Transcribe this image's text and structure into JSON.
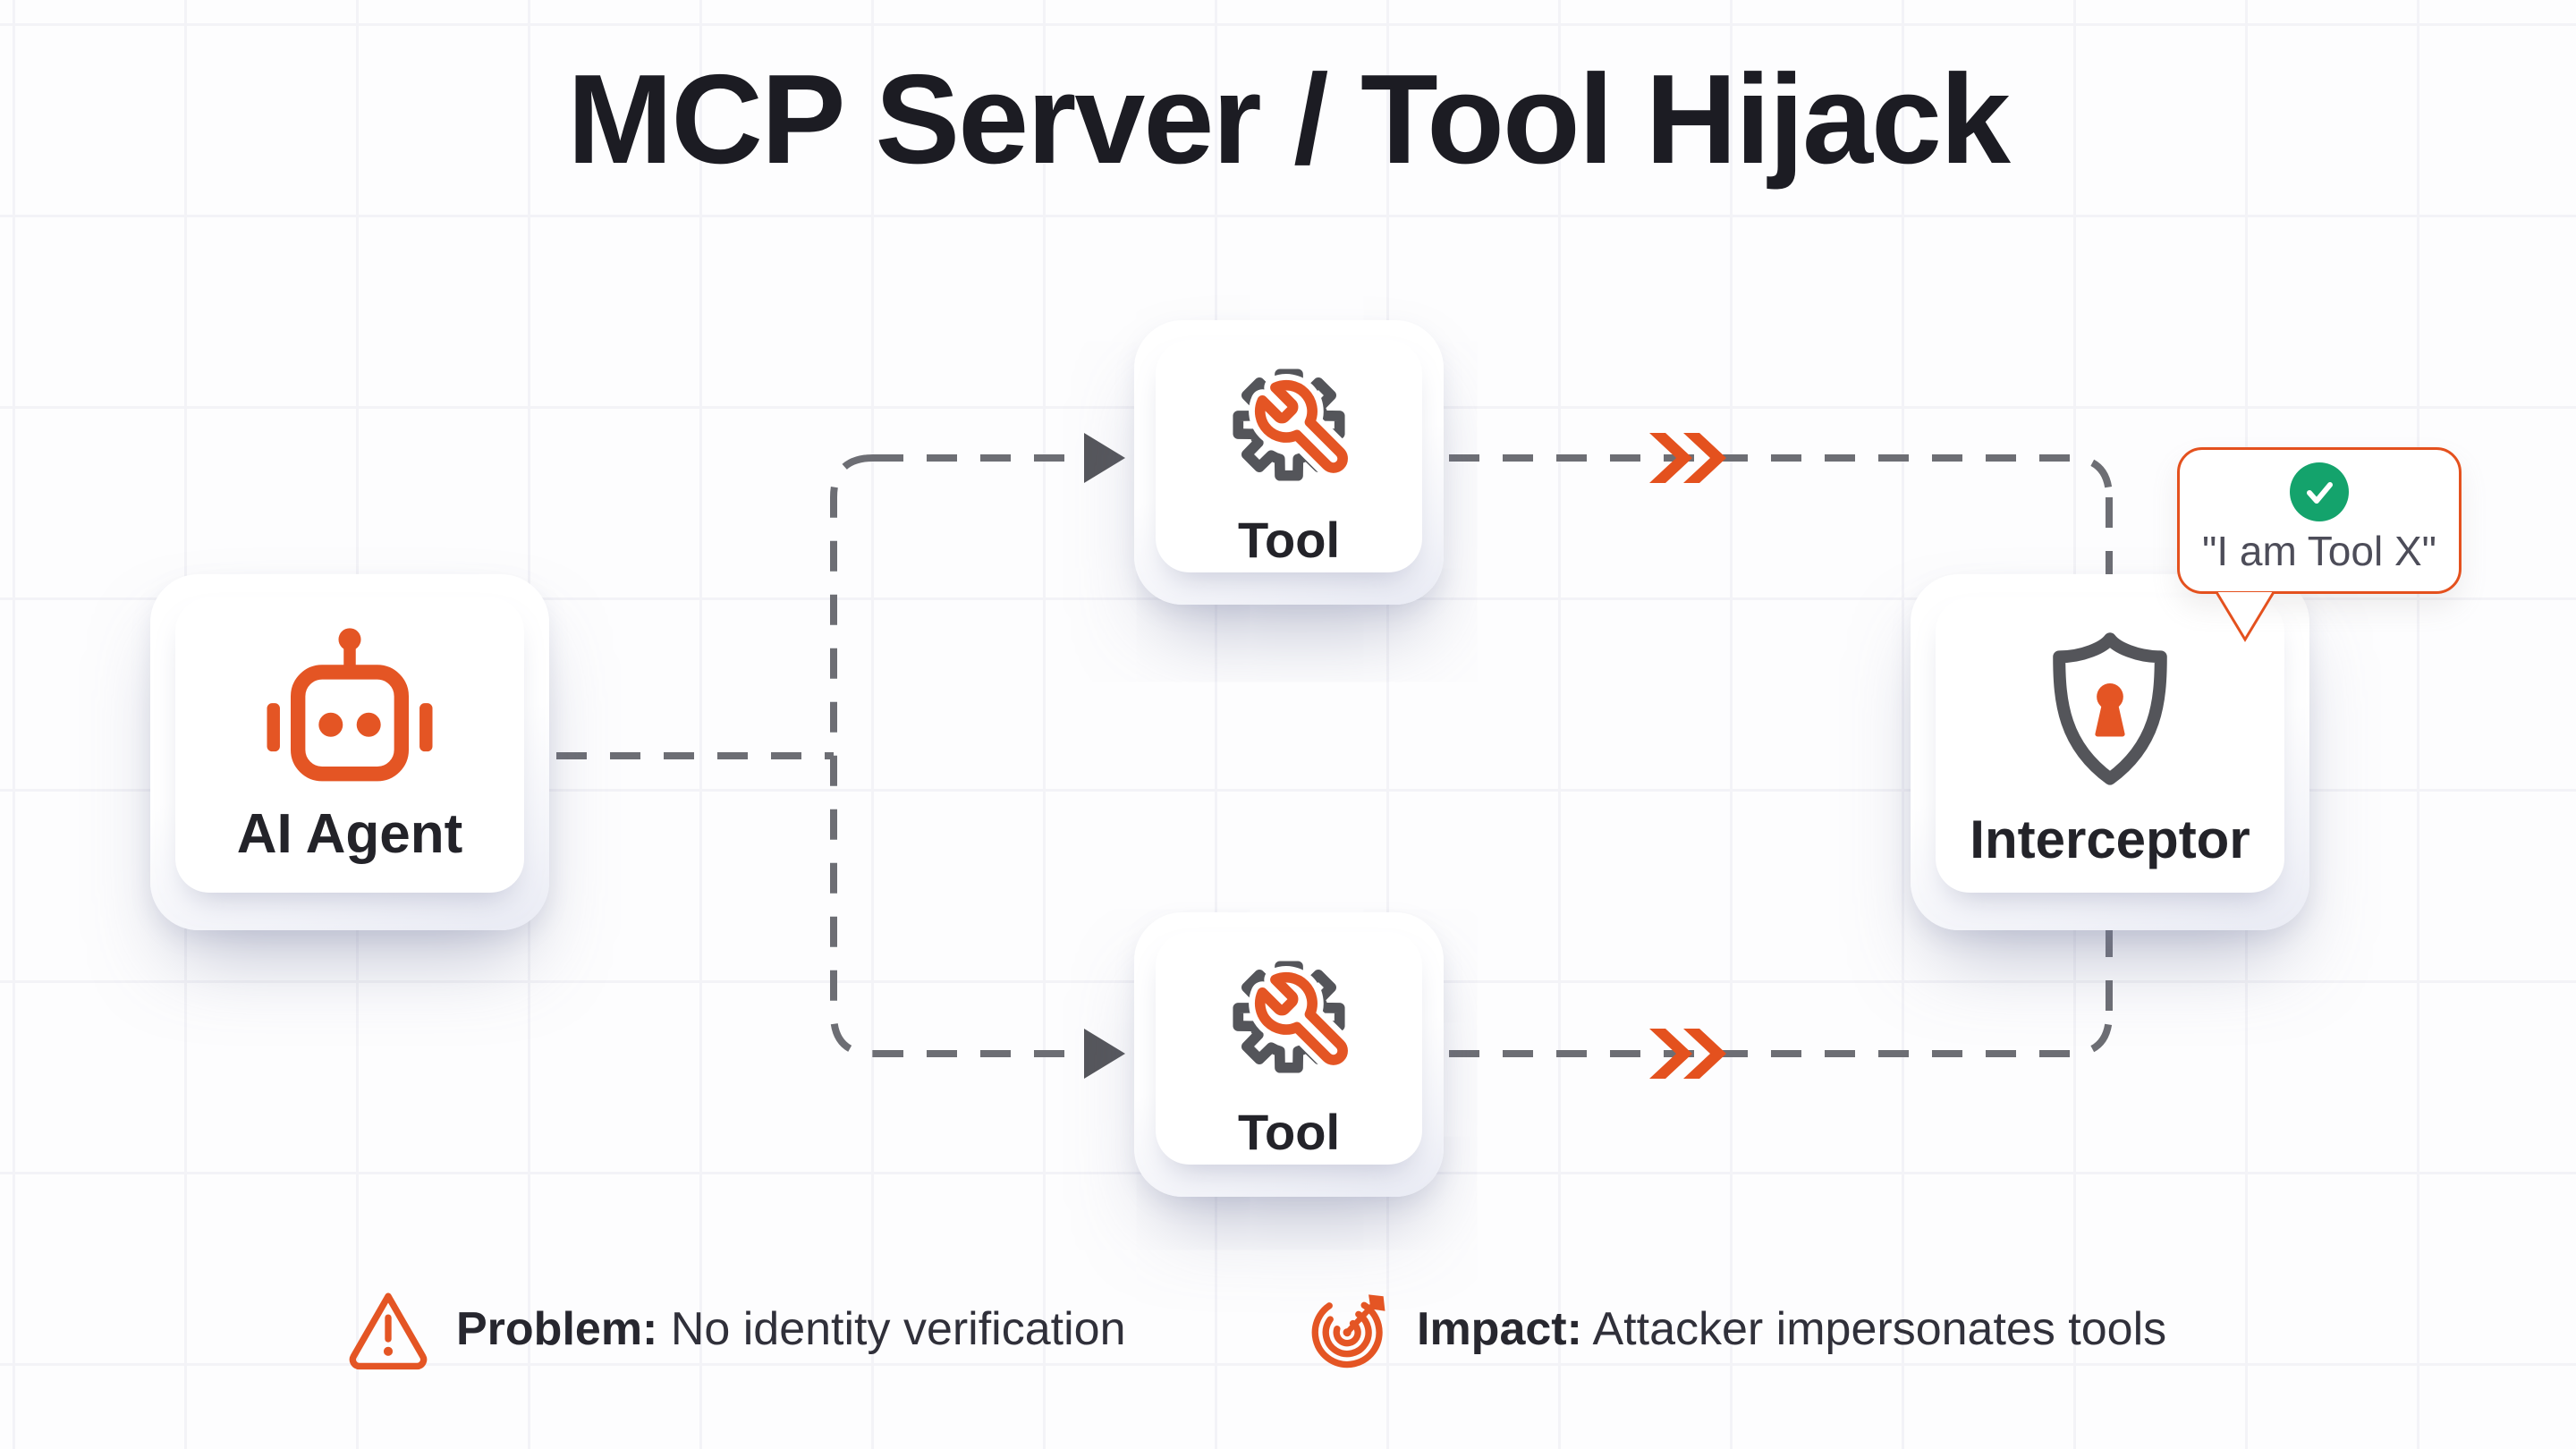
{
  "title": "MCP Server / Tool Hijack",
  "nodes": {
    "agent": {
      "label": "AI Agent",
      "icon": "robot-icon"
    },
    "tool_top": {
      "label": "Tool",
      "icon": "tool-gear-wrench-icon"
    },
    "tool_bottom": {
      "label": "Tool",
      "icon": "tool-gear-wrench-icon"
    },
    "interceptor": {
      "label": "Interceptor",
      "icon": "shield-keyhole-icon"
    }
  },
  "bubble": {
    "text": "\"I am Tool X\"",
    "icon": "green-check-icon"
  },
  "footer": {
    "problem": {
      "icon": "warning-triangle-icon",
      "prefix": "Problem:",
      "text": " No identity verification"
    },
    "impact": {
      "icon": "target-arrow-icon",
      "prefix": "Impact:",
      "text": " Attacker impersonates tools"
    }
  },
  "colors": {
    "accent_orange": "#E4511E",
    "icon_orange": "#E45524",
    "dark_gray": "#54555A",
    "green": "#14A36C",
    "line_gray": "#6D6E74",
    "arrow_gray": "#55565B",
    "text_dark": "#1C1C23",
    "bubble_text": "#4D4D59"
  }
}
